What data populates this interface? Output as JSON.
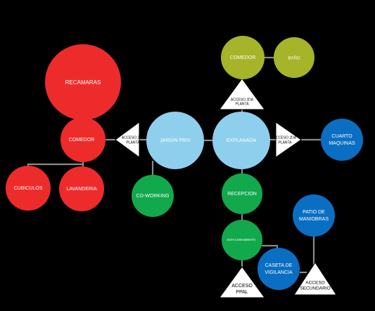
{
  "colors": {
    "red": "#ee2b2b",
    "lightblue": "#8ecfee",
    "green": "#12a84c",
    "olive": "#a5b429",
    "blue": "#0a6fc2",
    "background": "#000000"
  },
  "nodes": {
    "recamaras": {
      "label": "RECAMARAS",
      "color": "red"
    },
    "comedor_left": {
      "label": "COMEDOR",
      "color": "red"
    },
    "cubiculos": {
      "label": "CUBICULOS",
      "color": "red"
    },
    "lavanderia": {
      "label": "LAVANDERIA",
      "color": "red"
    },
    "jardin": {
      "label": "JARDIN PRIV",
      "color": "lightblue"
    },
    "explanada": {
      "label": "EXPLANADA",
      "color": "lightblue"
    },
    "coworking": {
      "label": "CO-WORKING",
      "color": "green"
    },
    "comedor_top": {
      "label": "COMEDOR",
      "color": "olive"
    },
    "bano": {
      "label": "BAÑO",
      "color": "olive"
    },
    "cuarto": {
      "label_line1": "CUARTO",
      "label_line2": "MAQUINAS",
      "color": "blue"
    },
    "recepcion": {
      "label": "RECEPCION",
      "color": "green"
    },
    "estacionamiento": {
      "label": "ESTACIONAMIENTO",
      "color": "green"
    },
    "patio": {
      "label_line1": "PATIO DE",
      "label_line2": "MANIOBRAS",
      "color": "blue"
    },
    "caseta": {
      "label_line1": "CASETA DE",
      "label_line2": "VIGILANCIA",
      "color": "blue"
    }
  },
  "triangles": {
    "acceso_2da_left": {
      "line1": "ACCESO 2DA",
      "line2": "PLANTA"
    },
    "acceso_2da_top": {
      "line1": "ACCESO 2DA",
      "line2": "PLANTA"
    },
    "acceso_2da_right": {
      "line1": "ACCESO 2DA",
      "line2": "PLANTA"
    },
    "acceso_ppal": {
      "line1": "ACCESO",
      "line2": "PPAL"
    },
    "acceso_secundario": {
      "line1": "ACCESO",
      "line2": "SECUNDARIO"
    }
  }
}
